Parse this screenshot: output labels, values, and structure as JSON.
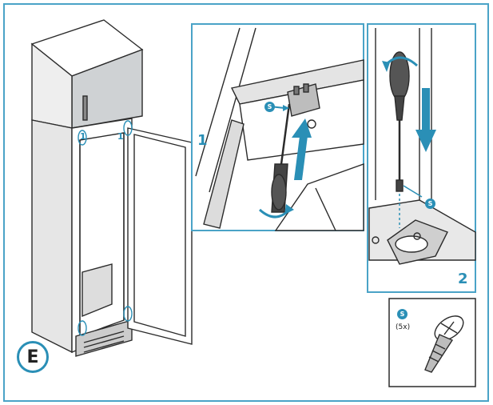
{
  "steps": {
    "step1": "1",
    "step2": "2",
    "callout_left": "1",
    "callout_right": "1"
  },
  "section_letter": "E",
  "screw": {
    "part_code": "S",
    "quantity": "(5x)"
  },
  "colors": {
    "accent": "#2a8fb6",
    "line": "#2b2b2b",
    "frame": "#4aa3c7"
  },
  "icons": [
    "fridge-icon",
    "screwdriver-icon",
    "rotation-arrow-icon",
    "down-arrow-icon",
    "up-arrow-icon",
    "screw-icon",
    "hinge-bracket-icon"
  ]
}
